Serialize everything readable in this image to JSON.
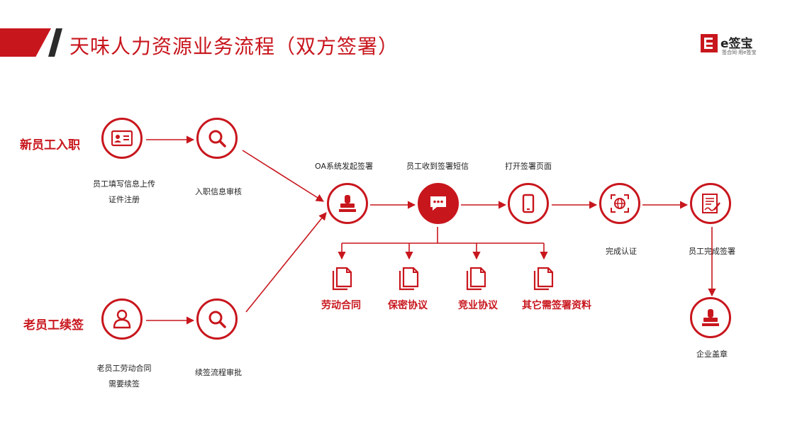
{
  "header": {
    "title": "天味人力资源业务流程（双方签署）",
    "logo_name": "e签宝",
    "logo_sub": "签合同·用e签宝"
  },
  "rows": {
    "new": "新员工入职",
    "old": "老员工续签"
  },
  "steps": {
    "new_fill": [
      "员工填写信息上传",
      "证件注册"
    ],
    "new_review": "入职信息审核",
    "old_contract": [
      "老员工劳动合同",
      "需要续签"
    ],
    "old_approve": "续签流程审批",
    "oa": "OA系统发起签署",
    "sms": "员工收到签署短信",
    "open": "打开签署页面",
    "auth": "完成认证",
    "sign": "员工完成签署",
    "seal": "企业盖章"
  },
  "documents": [
    "劳动合同",
    "保密协议",
    "竞业协议",
    "其它需签署资料"
  ],
  "colors": {
    "accent": "#c8161d",
    "dark": "#2b2b2b"
  },
  "icons": {
    "new_fill": "id-card-icon",
    "new_review": "magnifier-icon",
    "old_contract": "user-icon",
    "old_approve": "magnifier-icon",
    "oa": "stamp-icon",
    "sms": "chat-bubble-icon",
    "open": "phone-icon",
    "auth": "globe-auth-icon",
    "sign": "signed-document-icon",
    "seal": "stamp-icon",
    "document": "documents-icon"
  }
}
